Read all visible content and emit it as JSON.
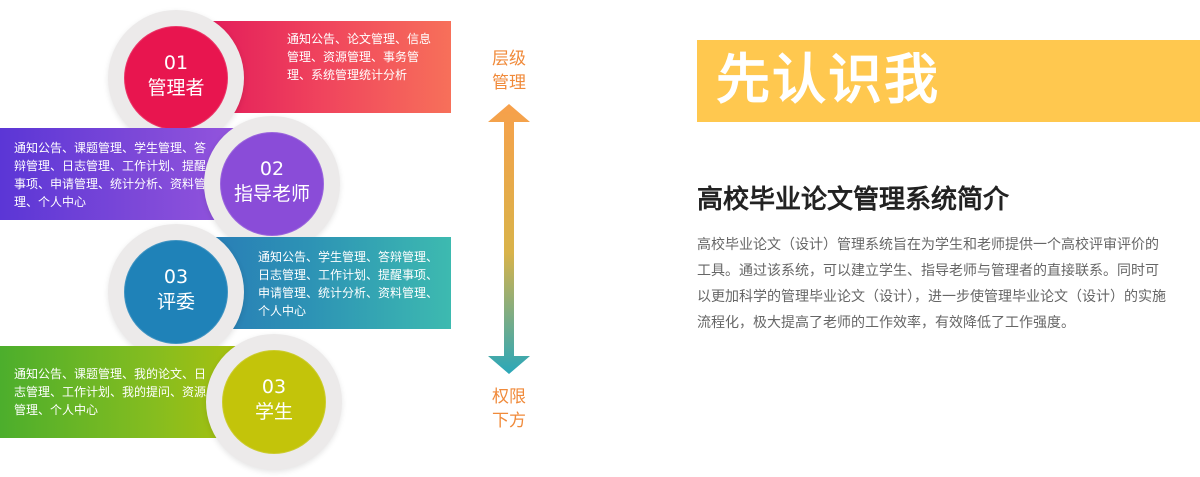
{
  "roles": [
    {
      "number": "01",
      "title": "管理者",
      "functions": "通知公告、论文管理、信息管理、资源管理、事务管理、系统管理统计分析",
      "color": "#e8154f"
    },
    {
      "number": "02",
      "title": "指导老师",
      "functions": "通知公告、课题管理、学生管理、答辩管理、日志管理、工作计划、提醒事项、申请管理、统计分析、资料管理、个人中心",
      "color": "#8a4cd8"
    },
    {
      "number": "03",
      "title": "评委",
      "functions": "通知公告、学生管理、答辩管理、日志管理、工作计划、提醒事项、申请管理、统计分析、资料管理、个人中心",
      "color": "#1f82b8"
    },
    {
      "number": "03",
      "title": "学生",
      "functions": "通知公告、课题管理、我的论文、日志管理、工作计划、我的提问、资源管理、个人中心",
      "color": "#c3c40a"
    }
  ],
  "hierarchy": {
    "top": "层级管理",
    "bottom": "权限下方",
    "arrow_top_color": "#f7a04b",
    "arrow_bottom_color": "#2aa7b9"
  },
  "intro": {
    "banner": "先认识我",
    "banner_color": "#ffc84f",
    "title": "高校毕业论文管理系统简介",
    "description": "高校毕业论文（设计）管理系统旨在为学生和老师提供一个高校评审评价的工具。通过该系统，可以建立学生、指导老师与管理者的直接联系。同时可以更加科学的管理毕业论文（设计），进一步使管理毕业论文（设计）的实施流程化，极大提高了老师的工作效率，有效降低了工作强度。"
  }
}
